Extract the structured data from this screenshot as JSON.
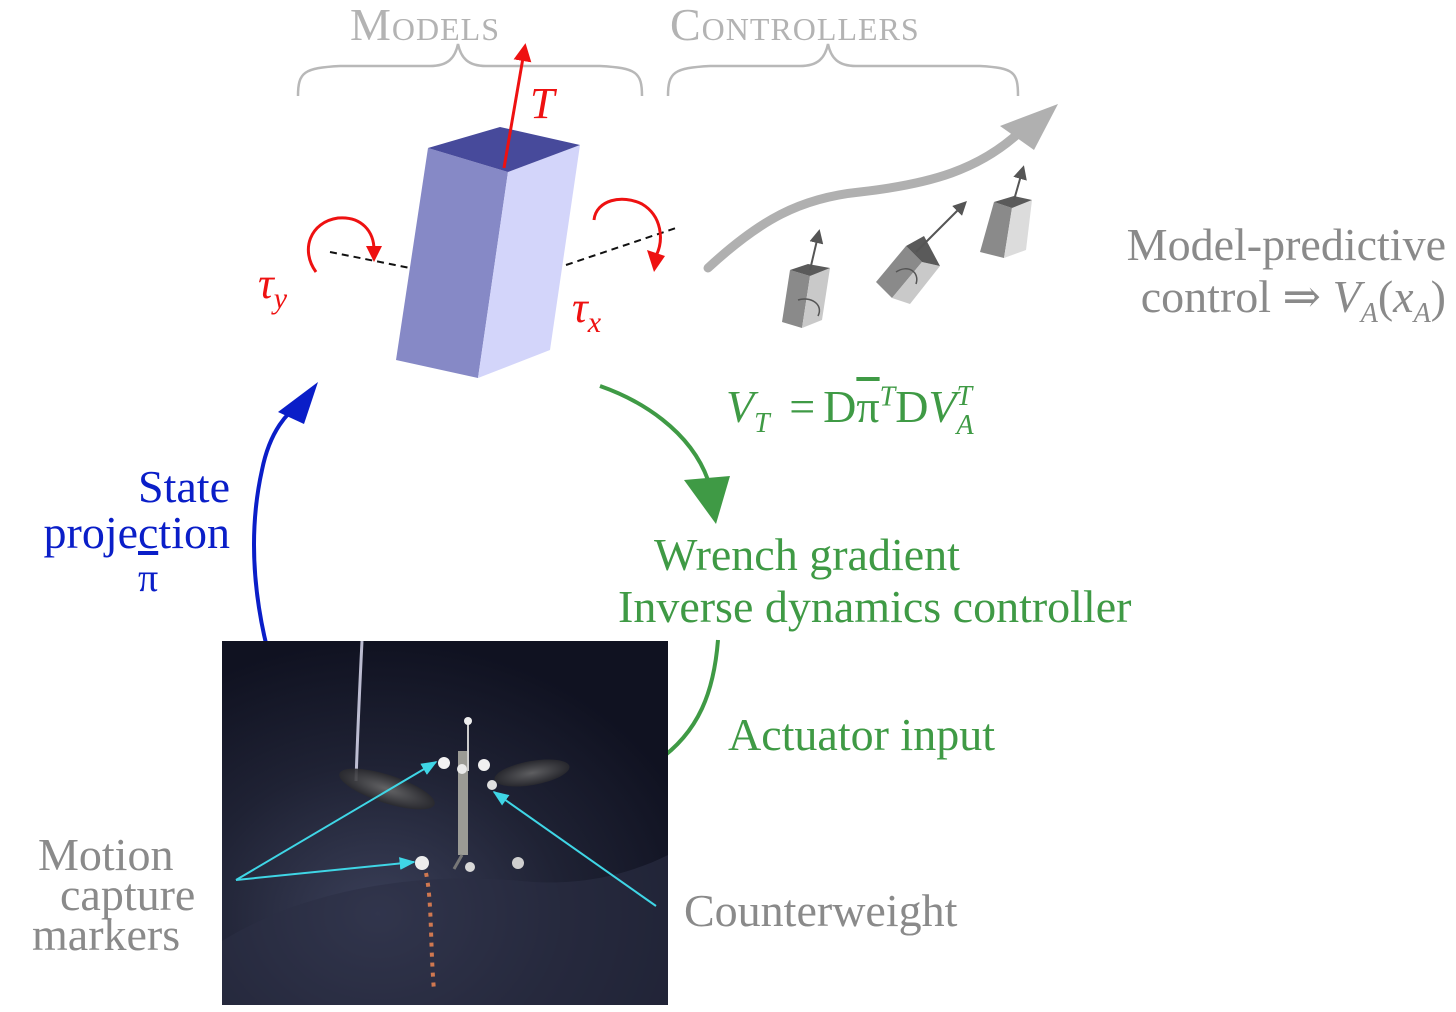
{
  "header": {
    "models": "Models",
    "controllers": "Controllers"
  },
  "model": {
    "thrust": "T",
    "tau_y": "τ",
    "tau_y_sub": "y",
    "tau_x": "τ",
    "tau_x_sub": "x"
  },
  "mpc": {
    "line1": "Model-predictive",
    "line2_text": "control ⇒ ",
    "V": "V",
    "A1": "A",
    "x": "x",
    "A2": "A"
  },
  "equation": {
    "lhs": "V",
    "lhs_sub": "T",
    "eq": "=",
    "D1": "D",
    "pi": "π",
    "sup1": "T",
    "D2": "D",
    "V": "V",
    "sup2": "T",
    "sub2": "A"
  },
  "controller": {
    "line1": "Wrench gradient",
    "line2": "Inverse dynamics controller"
  },
  "actuator": "Actuator input",
  "state": {
    "line1": "State",
    "line2": "projection",
    "symbol": "π"
  },
  "motion": {
    "line1": "Motion",
    "line2": "capture",
    "line3": "markers"
  },
  "counterweight": "Counterweight",
  "colors": {
    "red": "#ee1111",
    "green": "#3f9a45",
    "blue": "#0a1ec8",
    "gray": "#8a8a8a",
    "cyan": "#3fd6e6",
    "box_front": "#8689c6",
    "box_side": "#d3d5fa",
    "box_top": "#474a9b"
  }
}
